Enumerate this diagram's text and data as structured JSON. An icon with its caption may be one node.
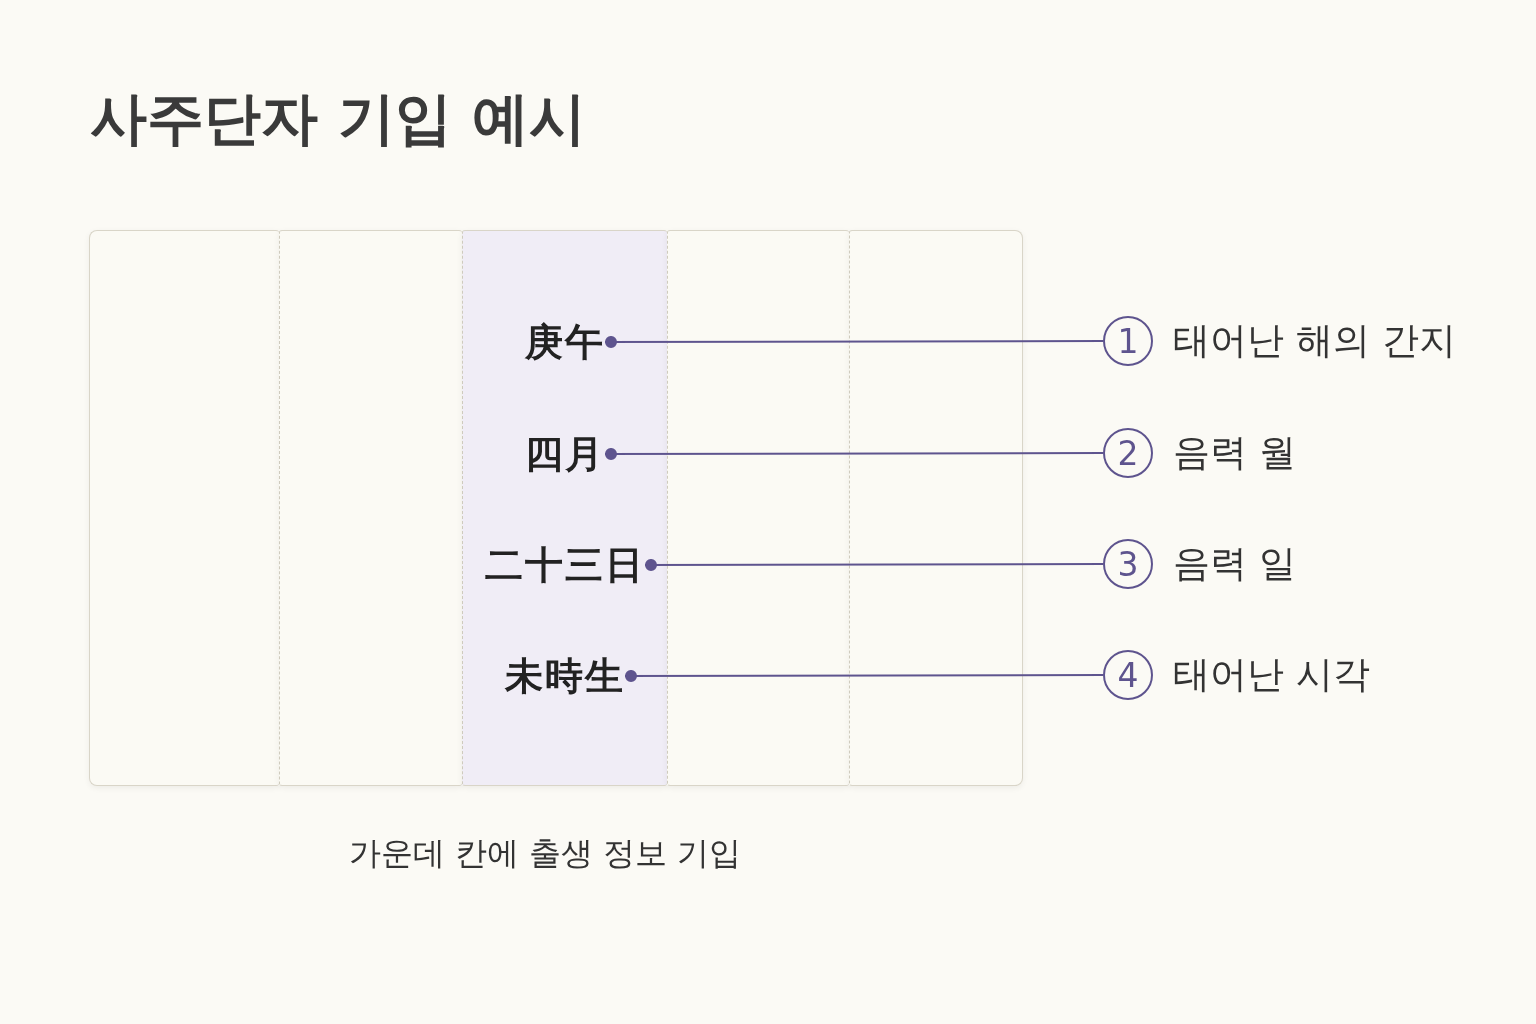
{
  "diagram": {
    "title": "사주단자 기입 예시",
    "caption": "가운데 칸에 출생 정보 기입",
    "nodes": [
      {
        "text": [],
        "shape": "box"
      },
      {
        "text": [],
        "shape": "box"
      },
      {
        "text": [],
        "shape": "box"
      },
      {
        "text": [],
        "shape": "box"
      },
      {
        "text": [],
        "shape": "box"
      },
      {
        "text": [
          "庚午"
        ],
        "in": 2
      },
      {
        "text": [
          "四月"
        ],
        "in": 2
      },
      {
        "text": [
          "二十三日"
        ],
        "in": 2
      },
      {
        "text": [
          "未時生"
        ],
        "in": 2
      },
      {
        "text": [
          "1"
        ],
        "beside": [
          "태어난 해의 간지"
        ]
      },
      {
        "text": [
          "2"
        ],
        "beside": [
          "음력 월"
        ]
      },
      {
        "text": [
          "3"
        ],
        "beside": [
          "음력 일"
        ]
      },
      {
        "text": [
          "4"
        ],
        "beside": [
          "태어난 시각"
        ]
      }
    ],
    "edges": [
      {
        "from": 9,
        "to": 5,
        "arrow": "other"
      },
      {
        "from": 10,
        "to": 6,
        "arrow": "other"
      },
      {
        "from": 11,
        "to": 7,
        "arrow": "other"
      },
      {
        "from": 12,
        "to": 8,
        "arrow": "other"
      }
    ]
  }
}
